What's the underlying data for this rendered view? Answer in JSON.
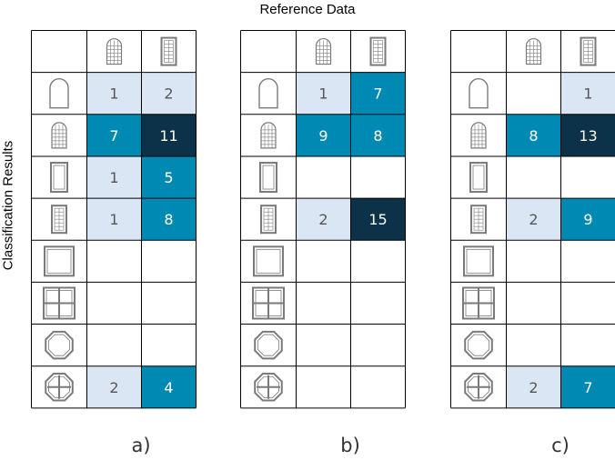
{
  "title": "Reference Data",
  "y_axis_label": "Classification Results",
  "column_icons": [
    "arched-window-icon",
    "grid-window-icon"
  ],
  "row_icons": [
    "arch-outline-icon",
    "arched-window-icon",
    "tall-rectangle-icon",
    "grid-window-icon",
    "square-icon",
    "cross-window-icon",
    "octagon-icon",
    "octagon-cross-icon"
  ],
  "colors": {
    "light": "#dbe6f5",
    "mid": "#0089b3",
    "dark": "#0b3248",
    "border": "#000000",
    "icon": "#7a7a7a"
  },
  "panels": [
    {
      "label": "a)",
      "cells": [
        [
          1,
          2
        ],
        [
          7,
          11
        ],
        [
          1,
          5
        ],
        [
          1,
          8
        ],
        [
          null,
          null
        ],
        [
          null,
          null
        ],
        [
          null,
          null
        ],
        [
          2,
          4
        ]
      ],
      "levels": [
        [
          "light",
          "light"
        ],
        [
          "mid",
          "dark"
        ],
        [
          "light",
          "mid"
        ],
        [
          "light",
          "mid"
        ],
        [
          null,
          null
        ],
        [
          null,
          null
        ],
        [
          null,
          null
        ],
        [
          "light",
          "mid"
        ]
      ]
    },
    {
      "label": "b)",
      "cells": [
        [
          1,
          7
        ],
        [
          9,
          8
        ],
        [
          null,
          null
        ],
        [
          2,
          15
        ],
        [
          null,
          null
        ],
        [
          null,
          null
        ],
        [
          null,
          null
        ],
        [
          null,
          null
        ]
      ],
      "levels": [
        [
          "light",
          "mid"
        ],
        [
          "mid",
          "mid"
        ],
        [
          null,
          null
        ],
        [
          "light",
          "dark"
        ],
        [
          null,
          null
        ],
        [
          null,
          null
        ],
        [
          null,
          null
        ],
        [
          null,
          null
        ]
      ]
    },
    {
      "label": "c)",
      "cells": [
        [
          null,
          1
        ],
        [
          8,
          13
        ],
        [
          null,
          null
        ],
        [
          2,
          9
        ],
        [
          null,
          null
        ],
        [
          null,
          null
        ],
        [
          null,
          null
        ],
        [
          2,
          7
        ]
      ],
      "levels": [
        [
          null,
          "light"
        ],
        [
          "mid",
          "dark"
        ],
        [
          null,
          null
        ],
        [
          "light",
          "mid"
        ],
        [
          null,
          null
        ],
        [
          null,
          null
        ],
        [
          null,
          null
        ],
        [
          "light",
          "mid"
        ]
      ]
    }
  ]
}
